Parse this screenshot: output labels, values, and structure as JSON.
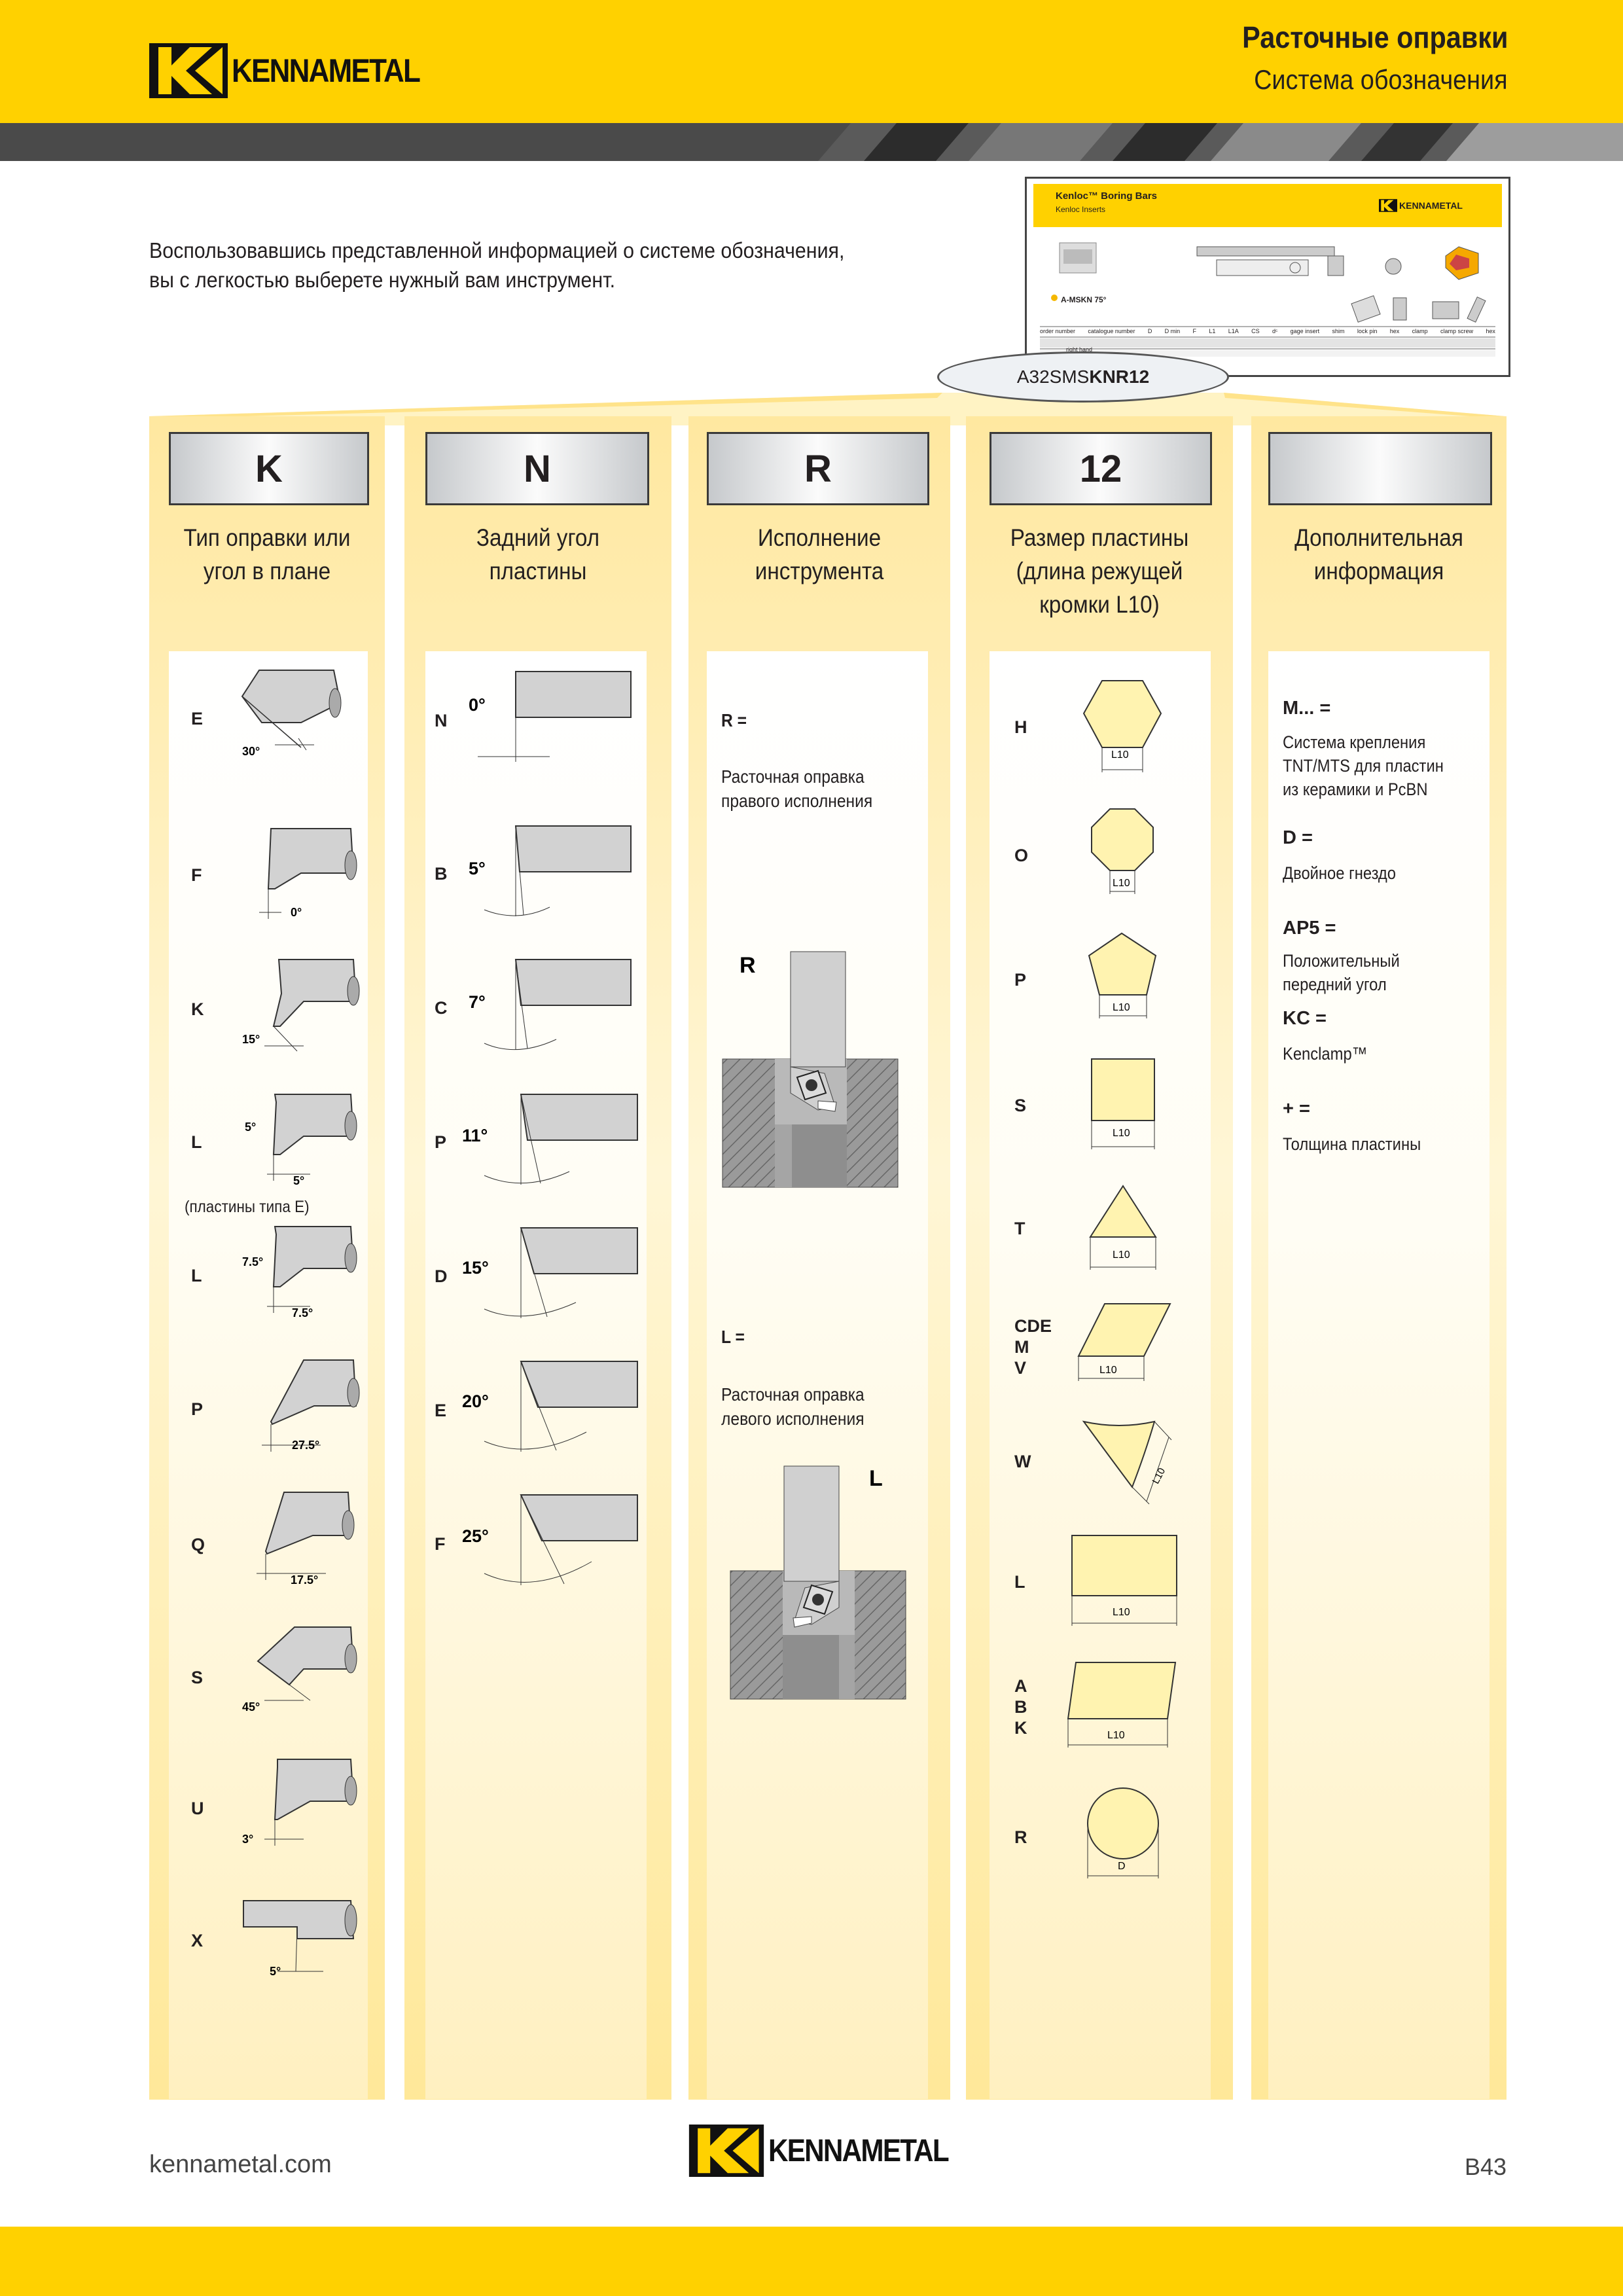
{
  "brand": {
    "logo_text": "KENNAMETAL"
  },
  "header": {
    "title": "Расточные оправки",
    "subtitle": "Система обозначения"
  },
  "intro": {
    "line1": "Воспользовавшись представленной информацией о системе обозначения,",
    "line2": "вы с легкостью выберете нужный вам инструмент."
  },
  "catalog_thumbnail": {
    "title": "Kenloc™ Boring Bars",
    "subtitle": "Kenloc Inserts",
    "logo_text": "KENNAMETAL",
    "section": "A-MSKN 75°",
    "columns": [
      "order number",
      "catalogue number",
      "D",
      "D min",
      "F",
      "L1",
      "L1A",
      "CS",
      "dᶜ",
      "gage insert",
      "shim",
      "lock pin",
      "hex",
      "clamp",
      "clamp screw",
      "hex"
    ],
    "row_label": "right hand"
  },
  "designation": {
    "prefix": "A32SMS",
    "highlight": "KNR12"
  },
  "columns": [
    {
      "letter": "K",
      "title_line1": "Тип оправки или",
      "title_line2": "угол в плане",
      "title_line3": ""
    },
    {
      "letter": "N",
      "title_line1": "Задний угол",
      "title_line2": "пластины",
      "title_line3": ""
    },
    {
      "letter": "R",
      "title_line1": "Исполнение",
      "title_line2": "инструмента",
      "title_line3": ""
    },
    {
      "letter": "12",
      "title_line1": "Размер пластины",
      "title_line2": "(длина режущей",
      "title_line3": "кромки L10)"
    },
    {
      "letter": "",
      "title_line1": "Дополнительная",
      "title_line2": "информация",
      "title_line3": ""
    }
  ],
  "holder_types": [
    {
      "code": "E",
      "angles": [
        "30°"
      ]
    },
    {
      "code": "F",
      "angles": [
        "0°"
      ]
    },
    {
      "code": "K",
      "angles": [
        "15°"
      ]
    },
    {
      "code": "L",
      "angles": [
        "5°",
        "5°"
      ]
    },
    {
      "code": "L",
      "angles": [
        "7.5°",
        "7.5°"
      ]
    },
    {
      "code": "P",
      "angles": [
        "27.5°"
      ]
    },
    {
      "code": "Q",
      "angles": [
        "17.5°"
      ]
    },
    {
      "code": "S",
      "angles": [
        "45°"
      ]
    },
    {
      "code": "U",
      "angles": [
        "3°"
      ]
    },
    {
      "code": "X",
      "angles": [
        "5°"
      ]
    }
  ],
  "holder_note": "(пластины типа E)",
  "clearance_angles": [
    {
      "code": "N",
      "angle": "0°"
    },
    {
      "code": "B",
      "angle": "5°"
    },
    {
      "code": "C",
      "angle": "7°"
    },
    {
      "code": "P",
      "angle": "11°"
    },
    {
      "code": "D",
      "angle": "15°"
    },
    {
      "code": "E",
      "angle": "20°"
    },
    {
      "code": "F",
      "angle": "25°"
    }
  ],
  "hand": {
    "right": {
      "key": "R =",
      "line1": "Расточная оправка",
      "line2": "правого исполнения",
      "figure_label": "R"
    },
    "left": {
      "key": "L =",
      "line1": "Расточная оправка",
      "line2": "левого исполнения",
      "figure_label": "L"
    }
  },
  "insert_shapes": [
    {
      "code": "H",
      "dim": "L10"
    },
    {
      "code": "O",
      "dim": "L10"
    },
    {
      "code": "P",
      "dim": "L10"
    },
    {
      "code": "S",
      "dim": "L10"
    },
    {
      "code": "T",
      "dim": "L10"
    },
    {
      "code_lines": [
        "CDE",
        "M",
        "V"
      ],
      "dim": "L10"
    },
    {
      "code": "W",
      "dim": "L10"
    },
    {
      "code": "L",
      "dim": "L10"
    },
    {
      "code_lines": [
        "A",
        "B",
        "K"
      ],
      "dim": "L10"
    },
    {
      "code": "R",
      "dim": "D"
    }
  ],
  "additional_info": [
    {
      "key": "M... =",
      "lines": [
        "Система крепления",
        "TNT/MTS для пластин",
        "из керамики и PcBN"
      ]
    },
    {
      "key": "D =",
      "lines": [
        "Двойное гнездо"
      ]
    },
    {
      "key": "AP5 =",
      "lines": [
        "Положительный",
        "передний угол"
      ]
    },
    {
      "key": "KC =",
      "lines": [
        "Kenclamp™"
      ]
    },
    {
      "key": "+ =",
      "lines": [
        "Толщина пластины"
      ]
    }
  ],
  "footer": {
    "url": "kennametal.com",
    "page": "B43",
    "logo_text": "KENNAMETAL"
  },
  "colors": {
    "brand_yellow": "#ffd100",
    "insert_fill": "#fff3b0",
    "steel": "#c8c8c8"
  }
}
